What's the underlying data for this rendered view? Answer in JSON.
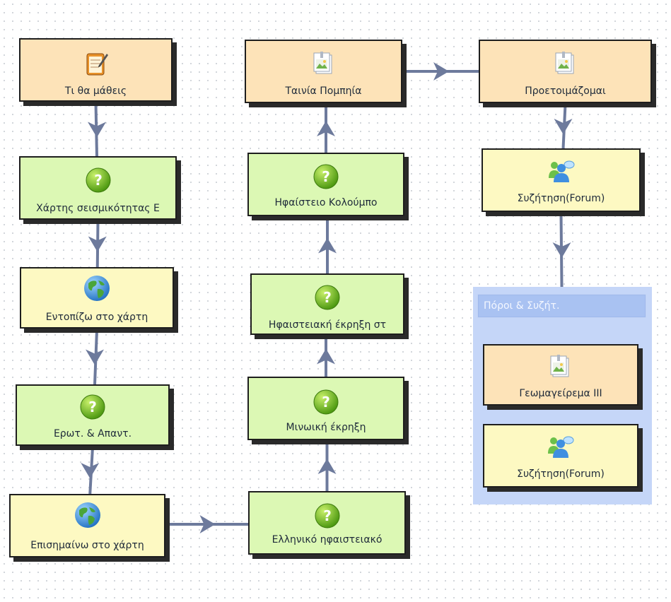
{
  "diagram": {
    "group": {
      "title": "Πόροι & Συζήτ."
    },
    "nodes": [
      {
        "id": "n1",
        "label": "Τι θα μάθεις",
        "icon": "notepad-icon",
        "fill": "#fde3b8"
      },
      {
        "id": "n2",
        "label": "Χάρτης σεισμικότητας Ε",
        "icon": "question-icon",
        "fill": "#dcf8b4"
      },
      {
        "id": "n3",
        "label": "Εντοπίζω στο χάρτη",
        "icon": "globe-icon",
        "fill": "#fdf9c2"
      },
      {
        "id": "n4",
        "label": "Ερωτ. & Απαντ.",
        "icon": "question-icon",
        "fill": "#dcf8b4"
      },
      {
        "id": "n5",
        "label": "Επισημαίνω στο χάρτη",
        "icon": "globe-icon",
        "fill": "#fdf9c2"
      },
      {
        "id": "n6",
        "label": "Ελληνικό ηφαιστειακό",
        "icon": "question-icon",
        "fill": "#dcf8b4"
      },
      {
        "id": "n7",
        "label": "Μινωική έκρηξη",
        "icon": "question-icon",
        "fill": "#dcf8b4"
      },
      {
        "id": "n8",
        "label": "Ηφαιστειακή έκρηξη στ",
        "icon": "question-icon",
        "fill": "#dcf8b4"
      },
      {
        "id": "n9",
        "label": "Ηφαίστειο Κολούμπο",
        "icon": "question-icon",
        "fill": "#dcf8b4"
      },
      {
        "id": "n10",
        "label": "Ταινία Πομπηία",
        "icon": "image-file-icon",
        "fill": "#fde3b8"
      },
      {
        "id": "n11",
        "label": "Προετοιμάζομαι",
        "icon": "image-file-icon",
        "fill": "#fde3b8"
      },
      {
        "id": "n12",
        "label": "Συζήτηση(Forum)",
        "icon": "forum-icon",
        "fill": "#fdf9c2"
      },
      {
        "id": "n13",
        "label": "Γεωμαγείρεμα ΙΙΙ",
        "icon": "image-file-icon",
        "fill": "#fde3b8"
      },
      {
        "id": "n14",
        "label": "Συζήτηση(Forum)",
        "icon": "forum-icon",
        "fill": "#fdf9c2"
      }
    ],
    "edges": [
      {
        "from": "n1",
        "to": "n2"
      },
      {
        "from": "n2",
        "to": "n3"
      },
      {
        "from": "n3",
        "to": "n4"
      },
      {
        "from": "n4",
        "to": "n5"
      },
      {
        "from": "n5",
        "to": "n6"
      },
      {
        "from": "n6",
        "to": "n7"
      },
      {
        "from": "n7",
        "to": "n8"
      },
      {
        "from": "n8",
        "to": "n9"
      },
      {
        "from": "n9",
        "to": "n10"
      },
      {
        "from": "n10",
        "to": "n11"
      },
      {
        "from": "n11",
        "to": "n12"
      },
      {
        "from": "n12",
        "to": "group"
      }
    ],
    "colors": {
      "edge": "#6d7a9c",
      "border": "#1e1e1e",
      "group": "#c5d6f8"
    }
  }
}
